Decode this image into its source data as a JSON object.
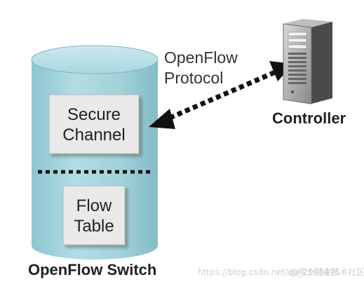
{
  "diagram": {
    "switch_label": "OpenFlow Switch",
    "secure_channel": {
      "line1": "Secure",
      "line2": "Channel"
    },
    "flow_table": {
      "line1": "Flow",
      "line2": "Table"
    },
    "protocol": {
      "line1": "OpenFlow",
      "line2": "Protocol"
    },
    "controller_label": "Controller"
  },
  "watermark": {
    "url": "https://blog.csdn.net/qq_2905495",
    "brand": "@稀土掘金技术社区"
  },
  "colors": {
    "cylinder_top": "#b9dfe6",
    "cylinder_body": "#a6d4dc",
    "inner_box": "#e8e8e8",
    "arrow": "#111111",
    "server_body": "#7c7c7c"
  },
  "icons": {
    "controller": "server-tower-icon",
    "arrow": "dotted-double-arrow-icon"
  }
}
